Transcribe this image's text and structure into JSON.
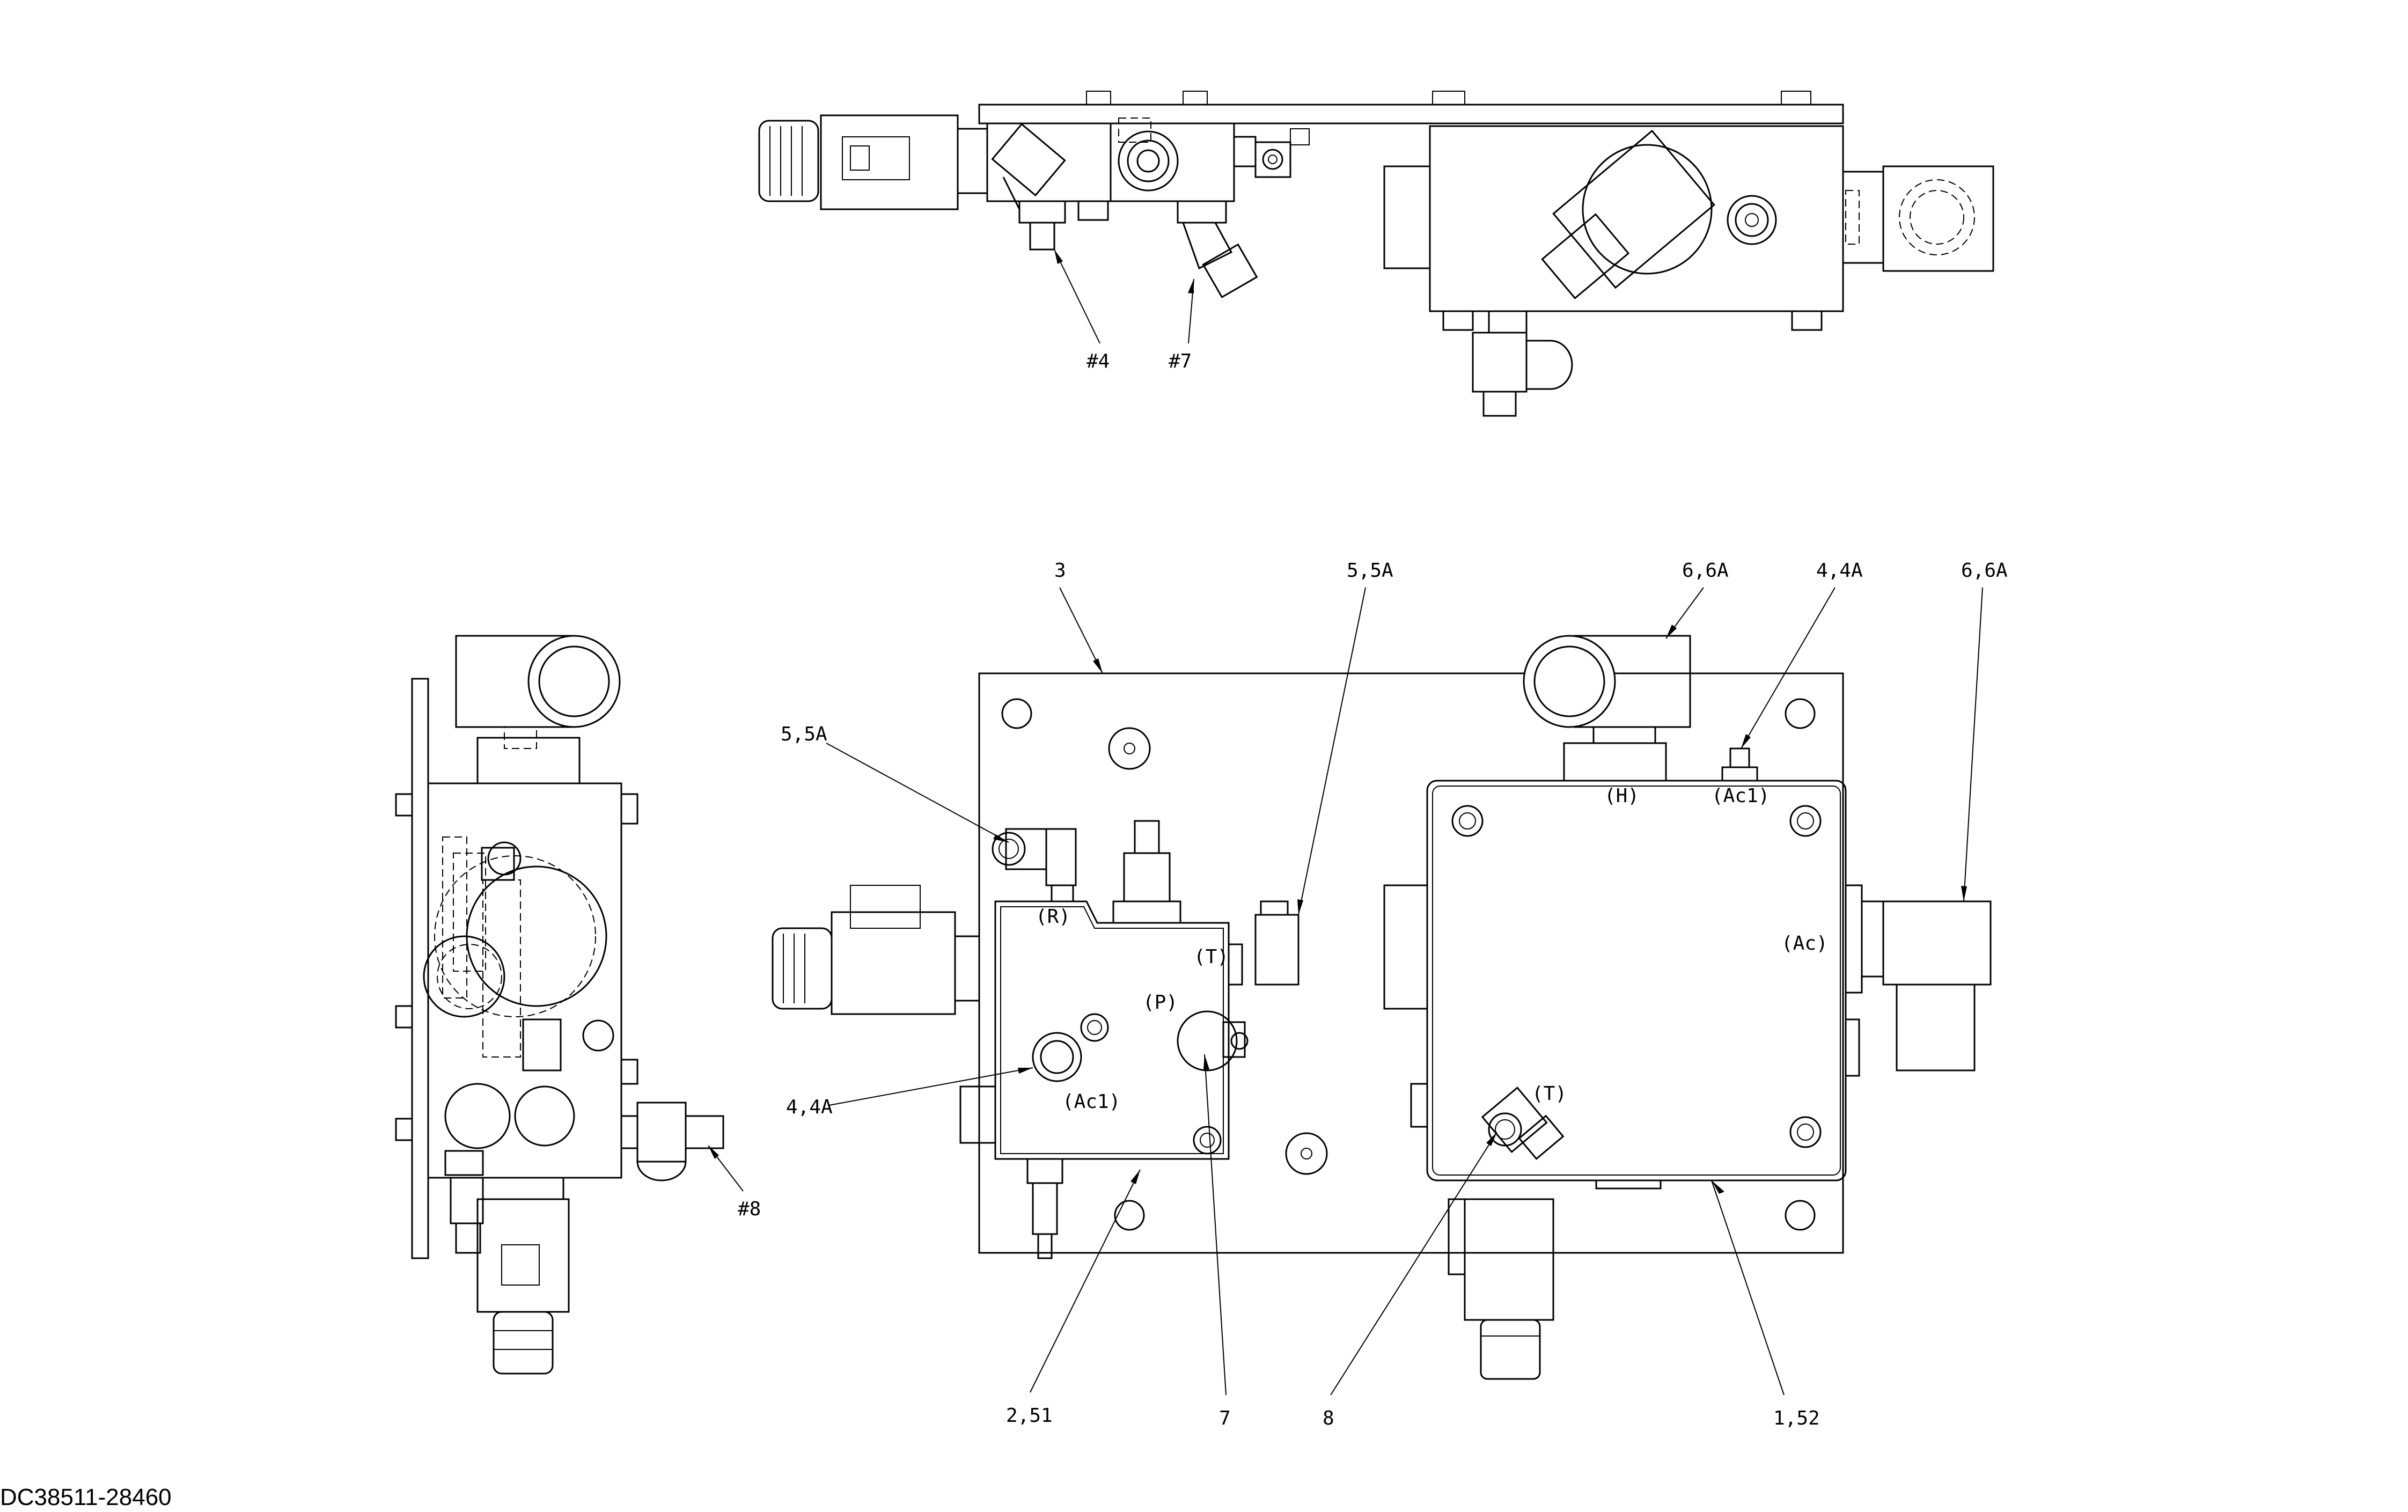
{
  "drawing": {
    "document_number": "DC38511-28460",
    "callouts": {
      "top_hash4": "#4",
      "top_hash7": "#7",
      "side_hash8": "#8",
      "front_3": "3",
      "front_55a_top": "5,5A",
      "front_55a_left": "5,5A",
      "front_66a_top": "6,6A",
      "front_44a_top": "4,4A",
      "front_66a_right": "6,6A",
      "front_44a_left": "4,4A",
      "front_251": "2,51",
      "front_7": "7",
      "front_8": "8",
      "front_152": "1,52"
    },
    "port_labels": {
      "r": "(R)",
      "t_small": "(T)",
      "p": "(P)",
      "ac1_small": "(Ac1)",
      "h": "(H)",
      "ac1_large": "(Ac1)",
      "ac": "(Ac)",
      "t_large": "(T)"
    }
  }
}
